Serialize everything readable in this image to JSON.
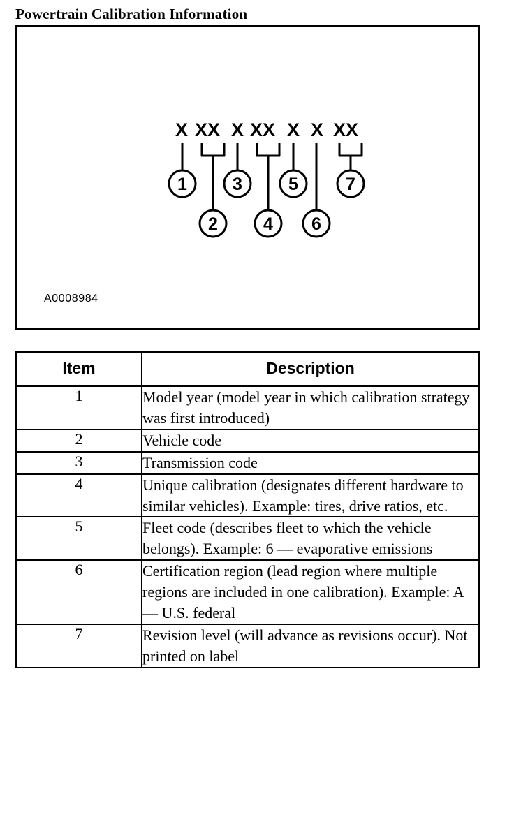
{
  "page": {
    "title": "Powertrain Calibration Information"
  },
  "figure": {
    "id_label": "A0008984",
    "code_groups": [
      {
        "chars": "X",
        "item": 1,
        "row": "upper"
      },
      {
        "chars": "XX",
        "item": 2,
        "row": "lower"
      },
      {
        "chars": "X",
        "item": 3,
        "row": "upper"
      },
      {
        "chars": "XX",
        "item": 4,
        "row": "lower"
      },
      {
        "chars": "X",
        "item": 5,
        "row": "upper"
      },
      {
        "chars": "X",
        "item": 6,
        "row": "lower"
      },
      {
        "chars": "XX",
        "item": 7,
        "row": "upper"
      }
    ],
    "code_string": "X XX X XX X X XX",
    "callouts": [
      "1",
      "2",
      "3",
      "4",
      "5",
      "6",
      "7"
    ]
  },
  "table": {
    "headers": {
      "item": "Item",
      "description": "Description"
    },
    "rows": [
      {
        "item": "1",
        "description": "Model year (model year in which calibration strategy was first introduced)"
      },
      {
        "item": "2",
        "description": "Vehicle code"
      },
      {
        "item": "3",
        "description": "Transmission code"
      },
      {
        "item": "4",
        "description": "Unique calibration (designates different hardware to similar vehicles). Example: tires, drive ratios, etc."
      },
      {
        "item": "5",
        "description": "Fleet code (describes fleet to which the vehicle belongs). Example: 6 — evaporative emissions"
      },
      {
        "item": "6",
        "description": "Certification region (lead region where multiple regions are included in one calibration). Example: A — U.S. federal"
      },
      {
        "item": "7",
        "description": "Revision level (will advance as revisions occur). Not printed on label"
      }
    ]
  },
  "colors": {
    "ink": "#000000",
    "paper": "#ffffff"
  }
}
